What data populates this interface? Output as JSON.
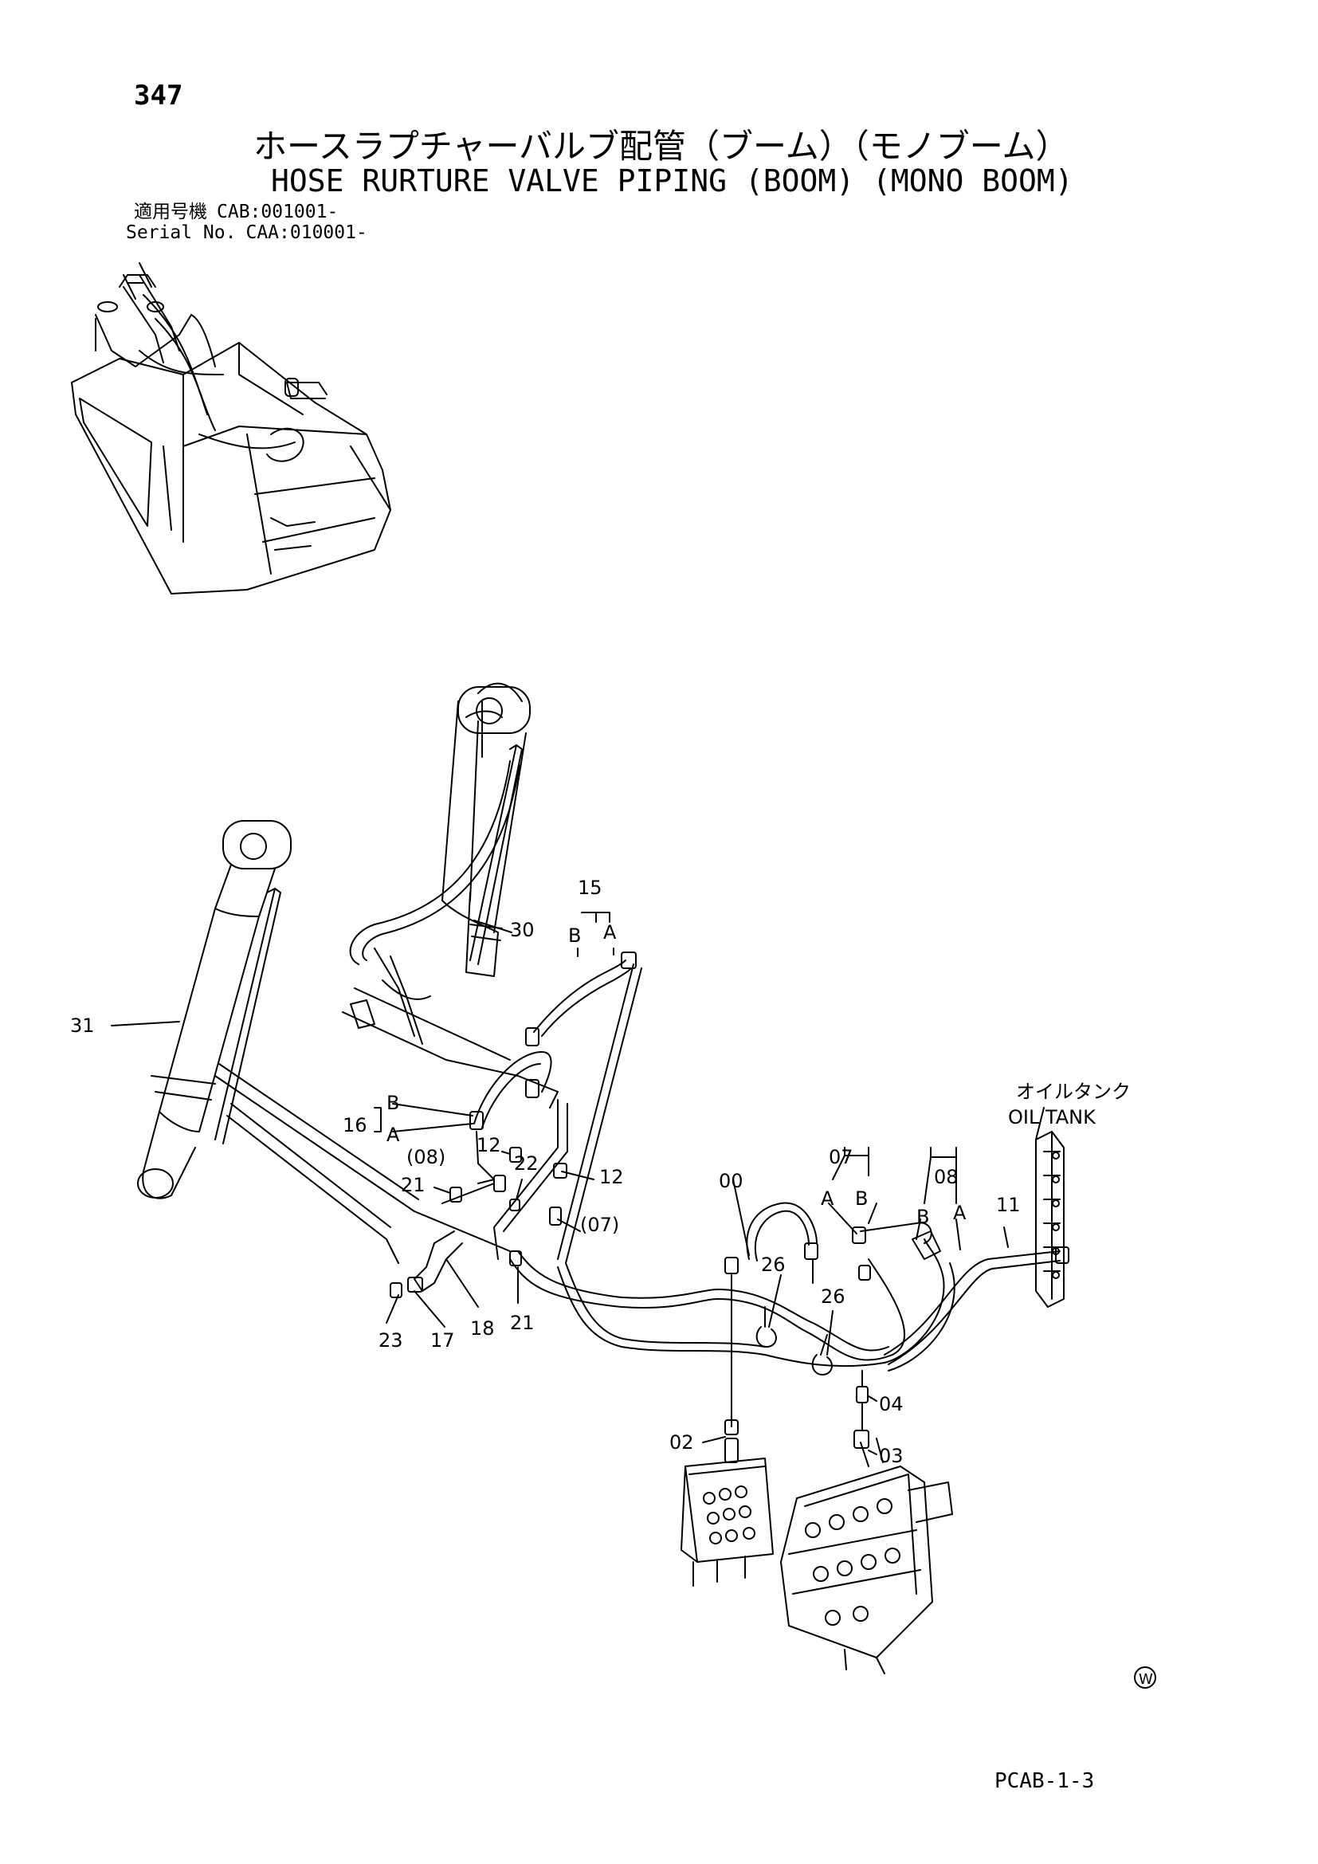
{
  "header": {
    "page_number": "347",
    "title_ja": "ホースラプチャーバルブ配管（ブーム）（モノブーム）",
    "title_en": "HOSE RURTURE VALVE PIPING (BOOM) (MONO BOOM)",
    "serials": [
      {
        "label": "適用号機",
        "value": "CAB:001001-"
      },
      {
        "label": "Serial No.",
        "value": "CAA:010001-"
      }
    ]
  },
  "callouts": {
    "c31": "31",
    "c30": "30",
    "c15": "15",
    "c15b": "B",
    "c15a": "A",
    "c16": "16",
    "c16b": "B",
    "c16a": "A",
    "c12a": "12",
    "c12b": "12",
    "c08p": "(08)",
    "c22": "22",
    "c21a": "21",
    "c07p": "(07)",
    "c23": "23",
    "c17": "17",
    "c18": "18",
    "c21b": "21",
    "c00": "00",
    "c07": "07",
    "c07a": "A",
    "c07b": "B",
    "c08": "08",
    "c08b": "B",
    "c08a": "A",
    "c11": "11",
    "c26a": "26",
    "c26b": "26",
    "c04": "04",
    "c02": "02",
    "c03": "03"
  },
  "oil_tank": {
    "label_ja": "オイルタンク",
    "label_en": "OIL TANK"
  },
  "footer": {
    "mark": "W",
    "doc_code": "PCAB-1-3"
  }
}
